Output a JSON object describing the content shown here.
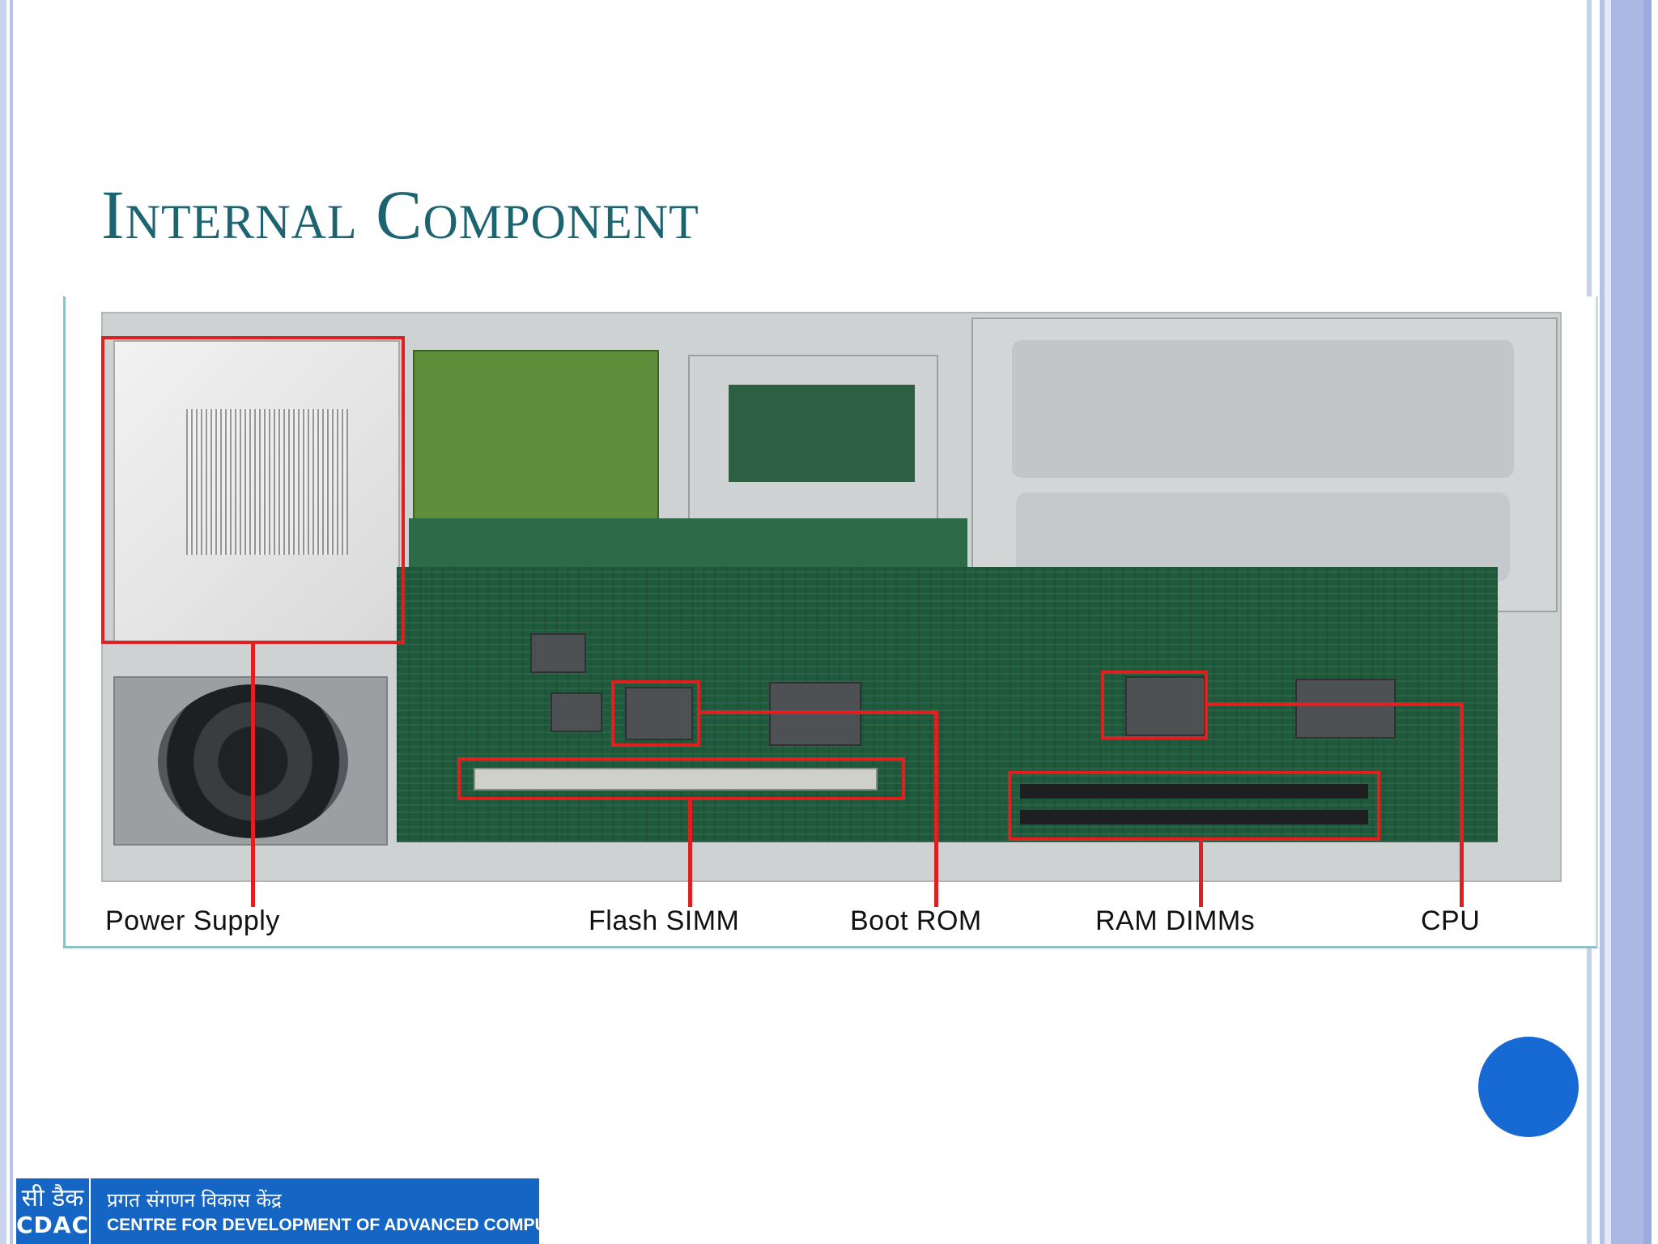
{
  "slide": {
    "title": "Internal Component"
  },
  "figure": {
    "labels": {
      "power_supply": "Power Supply",
      "flash_simm": "Flash SIMM",
      "boot_rom": "Boot ROM",
      "ram_dimms": "RAM DIMMs",
      "cpu": "CPU"
    },
    "highlight_color": "#e02020"
  },
  "logo": {
    "mark_hindi": "सी डैक",
    "mark_english": "CDAC",
    "name_hindi": "प्रगत संगणन विकास केंद्र",
    "name_english": "CENTRE FOR DEVELOPMENT OF ADVANCED COMPUTING"
  },
  "colors": {
    "title": "#1b6470",
    "accent_blue": "#1769d3",
    "logo_blue": "#1565c5",
    "border_blue": "#aab9e3"
  }
}
